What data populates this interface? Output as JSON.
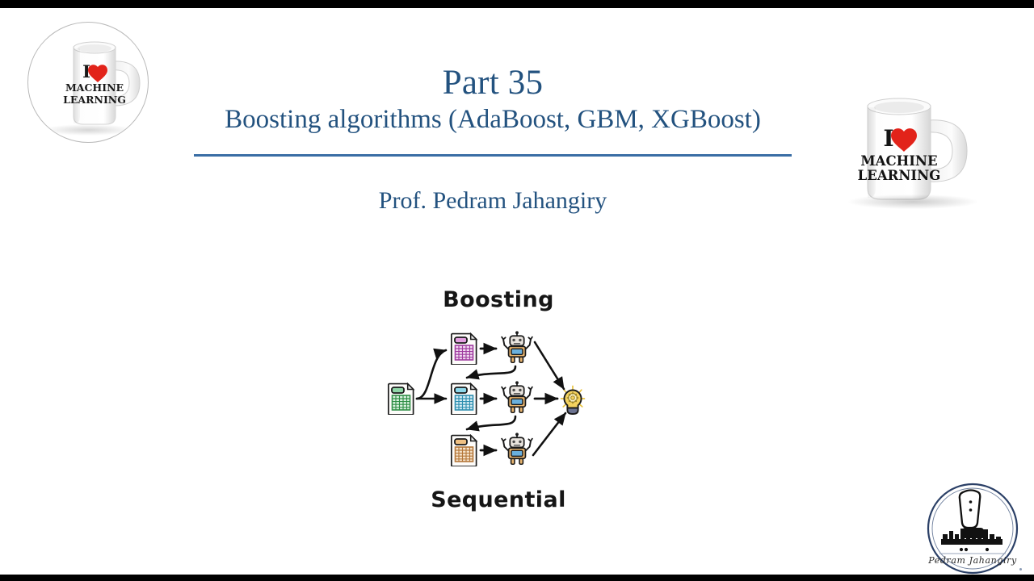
{
  "slide": {
    "title": "Part 35",
    "subtitle": "Boosting algorithms (AdaBoost, GBM, XGBoost)",
    "presenter": "Prof. Pedram Jahangiry",
    "background_color": "#ffffff",
    "title_color": "#23527f",
    "rule_color": "#3a6ea5",
    "letterbox_color": "#000000"
  },
  "branding": {
    "mug_left": {
      "icon": "mug-icon",
      "line1": "I",
      "heart": "♥",
      "line2": "MACHINE",
      "line3": "LEARNING",
      "heart_color": "#e2231a",
      "shape": "circular-crop"
    },
    "mug_right": {
      "icon": "mug-icon",
      "line1": "I",
      "heart": "♥",
      "line2": "MACHINE",
      "line3": "LEARNING",
      "heart_color": "#e2231a",
      "shape": "rectangular"
    },
    "signature_logo": {
      "icon": "signature-seal-icon",
      "name": "Pedram Jahangiry",
      "ring_color": "#2a3f66"
    }
  },
  "diagram": {
    "title": "Boosting",
    "footer": "Sequential",
    "source_dataset": {
      "icon": "dataset-icon",
      "color": "#2f8f46",
      "tab_color": "#8fd7a8"
    },
    "stages": [
      {
        "dataset": {
          "icon": "dataset-icon",
          "color": "#a03ca0",
          "tab_color": "#e39fe0"
        },
        "model": {
          "icon": "robot-icon",
          "body_color": "#e8b473",
          "screen_color": "#6ab0dd"
        }
      },
      {
        "dataset": {
          "icon": "dataset-icon",
          "color": "#2f8fb0",
          "tab_color": "#8ed8ea"
        },
        "model": {
          "icon": "robot-icon",
          "body_color": "#e8b473",
          "screen_color": "#6ab0dd"
        }
      },
      {
        "dataset": {
          "icon": "dataset-icon",
          "color": "#b5773a",
          "tab_color": "#f0c184"
        },
        "model": {
          "icon": "robot-icon",
          "body_color": "#e8b473",
          "screen_color": "#6ab0dd"
        }
      }
    ],
    "output": {
      "icon": "lightbulb-gear-icon",
      "glass_color": "#f4d25f",
      "base_color": "#6b7290"
    }
  }
}
